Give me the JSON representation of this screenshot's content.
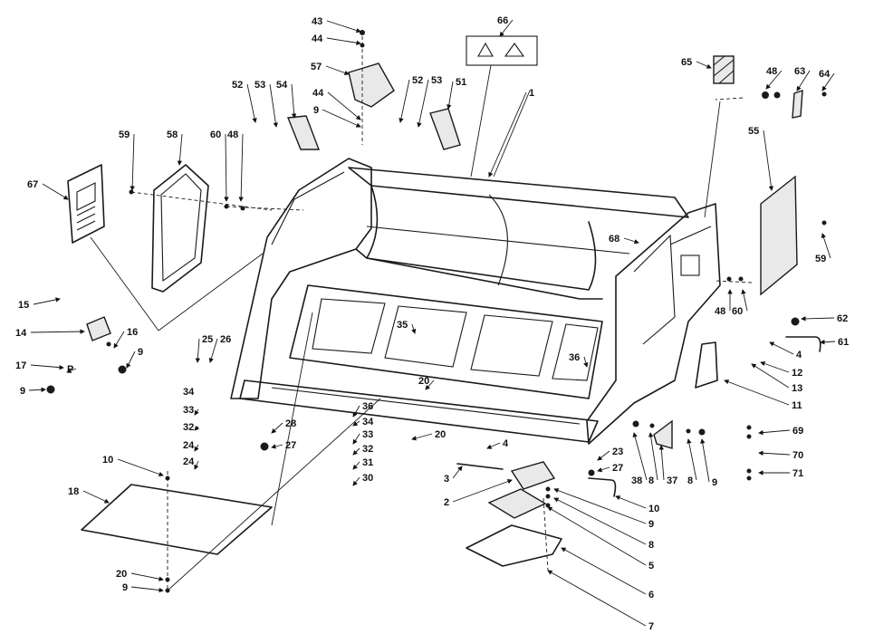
{
  "diagram": {
    "part_labels": [
      {
        "id": "43",
        "text": "43"
      },
      {
        "id": "44a",
        "text": "44"
      },
      {
        "id": "66",
        "text": "66"
      },
      {
        "id": "57",
        "text": "57"
      },
      {
        "id": "65",
        "text": "65"
      },
      {
        "id": "48a",
        "text": "48"
      },
      {
        "id": "63",
        "text": "63"
      },
      {
        "id": "64",
        "text": "64"
      },
      {
        "id": "52a",
        "text": "52"
      },
      {
        "id": "53a",
        "text": "53"
      },
      {
        "id": "54",
        "text": "54"
      },
      {
        "id": "44b",
        "text": "44"
      },
      {
        "id": "52b",
        "text": "52"
      },
      {
        "id": "53b",
        "text": "53"
      },
      {
        "id": "51",
        "text": "51"
      },
      {
        "id": "1",
        "text": "1"
      },
      {
        "id": "9a",
        "text": "9"
      },
      {
        "id": "59a",
        "text": "59"
      },
      {
        "id": "58",
        "text": "58"
      },
      {
        "id": "60a",
        "text": "60"
      },
      {
        "id": "48b",
        "text": "48"
      },
      {
        "id": "55",
        "text": "55"
      },
      {
        "id": "67",
        "text": "67"
      },
      {
        "id": "68",
        "text": "68"
      },
      {
        "id": "59b",
        "text": "59"
      },
      {
        "id": "48c",
        "text": "48"
      },
      {
        "id": "60b",
        "text": "60"
      },
      {
        "id": "62",
        "text": "62"
      },
      {
        "id": "15",
        "text": "15"
      },
      {
        "id": "14",
        "text": "14"
      },
      {
        "id": "16",
        "text": "16"
      },
      {
        "id": "9b",
        "text": "9"
      },
      {
        "id": "17",
        "text": "17"
      },
      {
        "id": "P",
        "text": "P"
      },
      {
        "id": "9c",
        "text": "9"
      },
      {
        "id": "35",
        "text": "35"
      },
      {
        "id": "4a",
        "text": "4"
      },
      {
        "id": "61",
        "text": "61"
      },
      {
        "id": "25",
        "text": "25"
      },
      {
        "id": "26",
        "text": "26"
      },
      {
        "id": "12",
        "text": "12"
      },
      {
        "id": "36a",
        "text": "36"
      },
      {
        "id": "13",
        "text": "13"
      },
      {
        "id": "34a",
        "text": "34"
      },
      {
        "id": "11",
        "text": "11"
      },
      {
        "id": "20a",
        "text": "20"
      },
      {
        "id": "33a",
        "text": "33"
      },
      {
        "id": "36b",
        "text": "36"
      },
      {
        "id": "32a",
        "text": "32"
      },
      {
        "id": "28",
        "text": "28"
      },
      {
        "id": "34b",
        "text": "34"
      },
      {
        "id": "33b",
        "text": "33"
      },
      {
        "id": "20b",
        "text": "20"
      },
      {
        "id": "69",
        "text": "69"
      },
      {
        "id": "24a",
        "text": "24"
      },
      {
        "id": "27a",
        "text": "27"
      },
      {
        "id": "32b",
        "text": "32"
      },
      {
        "id": "4b",
        "text": "4"
      },
      {
        "id": "70",
        "text": "70"
      },
      {
        "id": "10a",
        "text": "10"
      },
      {
        "id": "24b",
        "text": "24"
      },
      {
        "id": "31",
        "text": "31"
      },
      {
        "id": "23",
        "text": "23"
      },
      {
        "id": "3",
        "text": "3"
      },
      {
        "id": "27b",
        "text": "27"
      },
      {
        "id": "38",
        "text": "38"
      },
      {
        "id": "8a",
        "text": "8"
      },
      {
        "id": "37",
        "text": "37"
      },
      {
        "id": "8b",
        "text": "8"
      },
      {
        "id": "9d",
        "text": "9"
      },
      {
        "id": "71",
        "text": "71"
      },
      {
        "id": "30",
        "text": "30"
      },
      {
        "id": "18",
        "text": "18"
      },
      {
        "id": "2",
        "text": "2"
      },
      {
        "id": "10b",
        "text": "10"
      },
      {
        "id": "9e",
        "text": "9"
      },
      {
        "id": "8c",
        "text": "8"
      },
      {
        "id": "5",
        "text": "5"
      },
      {
        "id": "20c",
        "text": "20"
      },
      {
        "id": "9f",
        "text": "9"
      },
      {
        "id": "6",
        "text": "6"
      },
      {
        "id": "7",
        "text": "7"
      }
    ]
  }
}
